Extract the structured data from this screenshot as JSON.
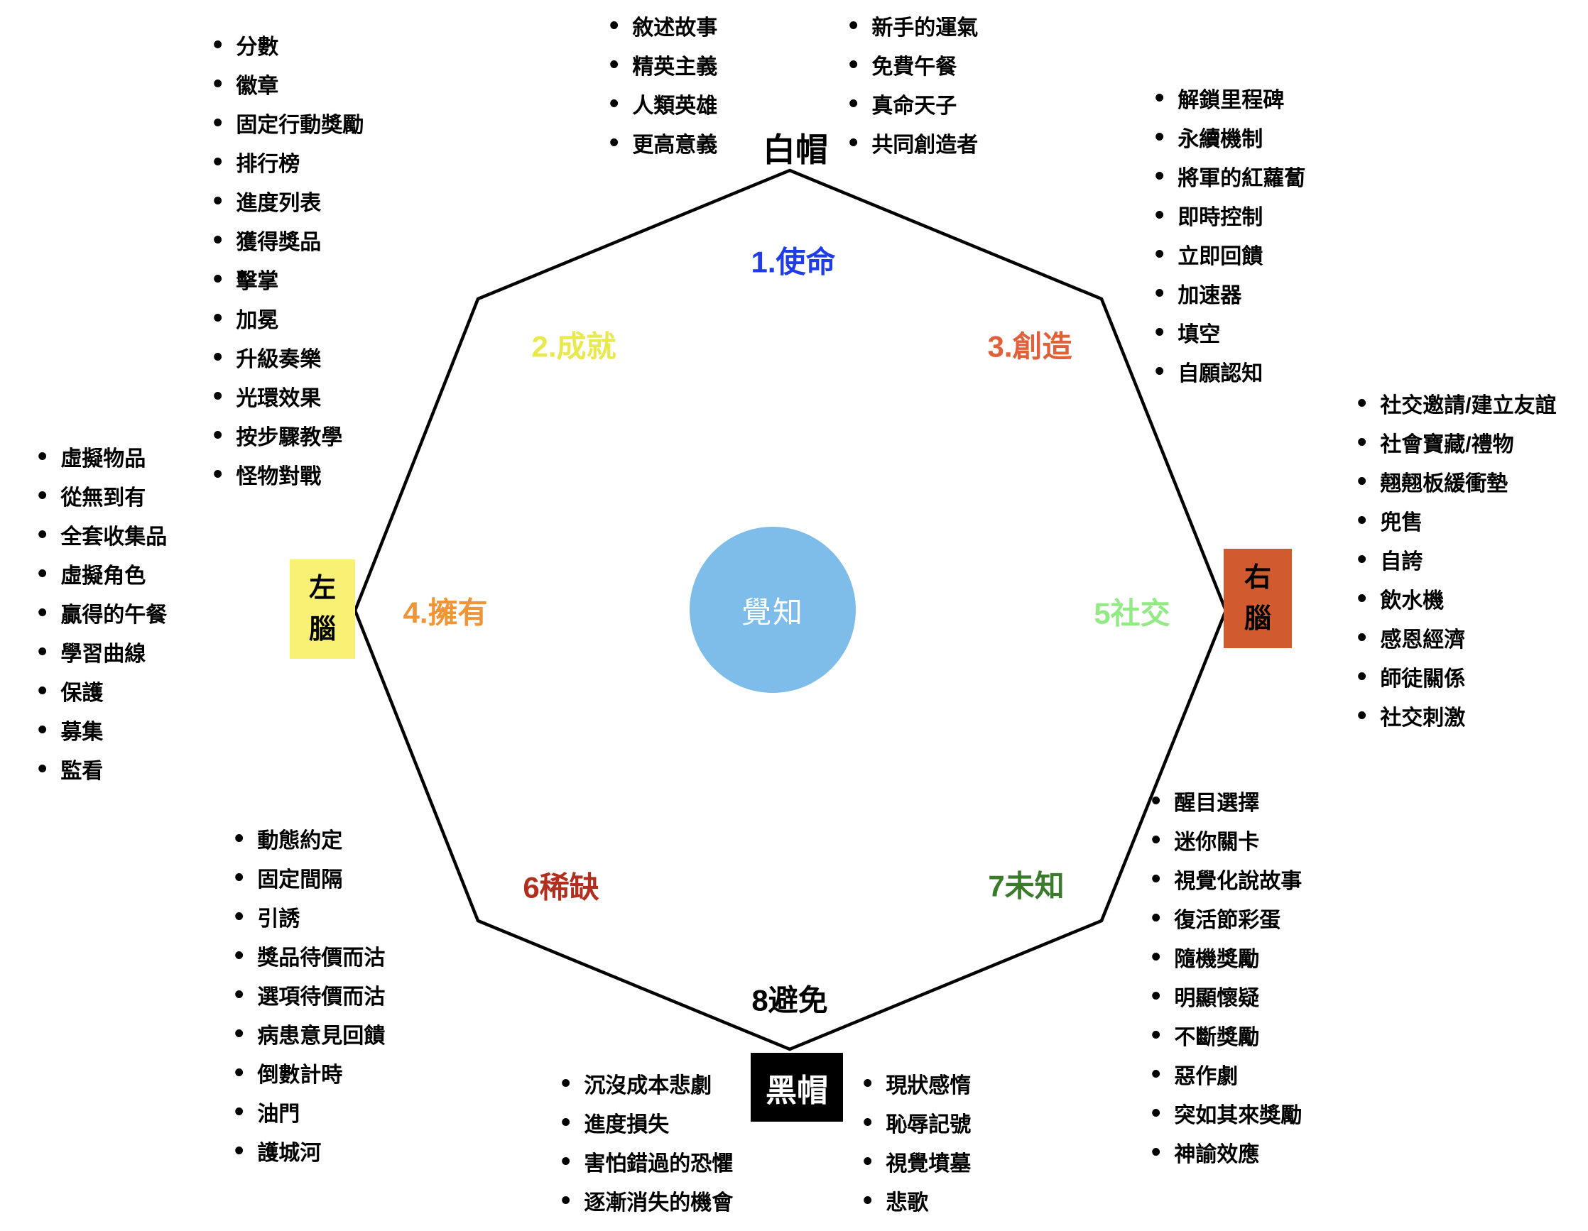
{
  "diagram": {
    "title_note": "覺知 octagon gamification framework",
    "center": {
      "label": "覺知",
      "bg": "#7ebde9",
      "text_color": "#ffffff"
    },
    "hats": {
      "white_hat": {
        "label": "白帽"
      },
      "black_hat": {
        "label": "黑帽",
        "bg": "#000000"
      },
      "left_brain": {
        "line1": "左",
        "line2": "腦",
        "bg": "#f8f173"
      },
      "right_brain": {
        "line1": "右",
        "line2": "腦",
        "bg": "#d15a2f"
      }
    },
    "drives": [
      {
        "id": "mission",
        "label": "1.使命",
        "color": "#1e3ce8"
      },
      {
        "id": "accomplishment",
        "label": "2.成就",
        "color": "#e9e84f"
      },
      {
        "id": "empowerment",
        "label": "3.創造",
        "color": "#e0603a"
      },
      {
        "id": "ownership",
        "label": "4.擁有",
        "color": "#ef9437"
      },
      {
        "id": "social",
        "label": "5社交",
        "color": "#92ea85"
      },
      {
        "id": "scarcity",
        "label": "6稀缺",
        "color": "#b02f1e"
      },
      {
        "id": "unpredictability",
        "label": "7未知",
        "color": "#397a2b"
      },
      {
        "id": "avoidance",
        "label": "8避免",
        "color": "#000000"
      }
    ],
    "lists": {
      "accomplishment": [
        "分數",
        "徽章",
        "固定行動獎勵",
        "排行榜",
        "進度列表",
        "獲得獎品",
        "擊掌",
        "加冕",
        "升級奏樂",
        "光環效果",
        "按步驟教學",
        "怪物對戰"
      ],
      "mission_left": [
        "敘述故事",
        "精英主義",
        "人類英雄",
        "更高意義"
      ],
      "mission_right": [
        "新手的運氣",
        "免費午餐",
        "真命天子",
        "共同創造者"
      ],
      "empowerment": [
        "解鎖里程碑",
        "永續機制",
        "將軍的紅蘿蔔",
        "即時控制",
        "立即回饋",
        "加速器",
        "填空",
        "自願認知"
      ],
      "social": [
        "社交邀請/建立友誼",
        "社會寶藏/禮物",
        "翹翹板緩衝墊",
        "兜售",
        "自誇",
        "飲水機",
        "感恩經濟",
        "師徒關係",
        "社交刺激"
      ],
      "ownership": [
        "虛擬物品",
        "從無到有",
        "全套收集品",
        "虛擬角色",
        "贏得的午餐",
        "學習曲線",
        "保護",
        "募集",
        "監看"
      ],
      "scarcity": [
        "動態約定",
        "固定間隔",
        "引誘",
        "獎品待價而沽",
        "選項待價而沽",
        "病患意見回饋",
        "倒數計時",
        "油門",
        "護城河"
      ],
      "avoidance_left": [
        "沉沒成本悲劇",
        "進度損失",
        "害怕錯過的恐懼",
        "逐漸消失的機會"
      ],
      "avoidance_right": [
        "現狀感惰",
        "恥辱記號",
        "視覺墳墓",
        "悲歌"
      ],
      "unpredictability": [
        "醒目選擇",
        "迷你關卡",
        "視覺化說故事",
        "復活節彩蛋",
        "隨機獎勵",
        "明顯懷疑",
        "不斷獎勵",
        "惡作劇",
        "突如其來獎勵",
        "神諭效應"
      ]
    }
  }
}
